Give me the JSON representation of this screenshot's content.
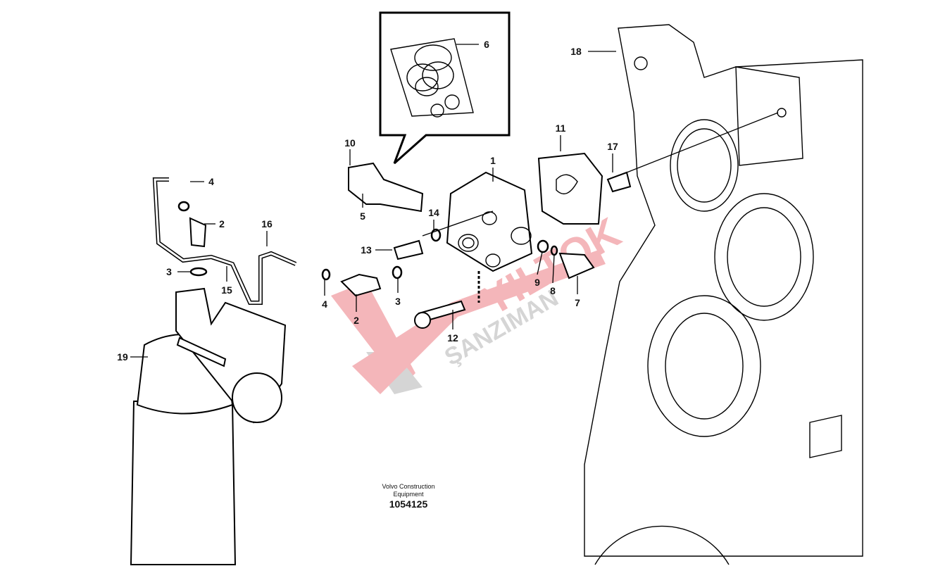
{
  "diagram": {
    "drawing_number": "1054125",
    "publisher_line1": "Volvo Construction",
    "publisher_line2": "Equipment",
    "watermark": "YILTOK ŞANZIMAN",
    "callouts": [
      "1",
      "2",
      "2",
      "3",
      "3",
      "4",
      "4",
      "5",
      "6",
      "7",
      "8",
      "9",
      "10",
      "11",
      "12",
      "13",
      "14",
      "15",
      "16",
      "17",
      "18",
      "19"
    ]
  },
  "colors": {
    "watermark_red": "#e0323c",
    "watermark_grey": "#8a8a8a"
  }
}
